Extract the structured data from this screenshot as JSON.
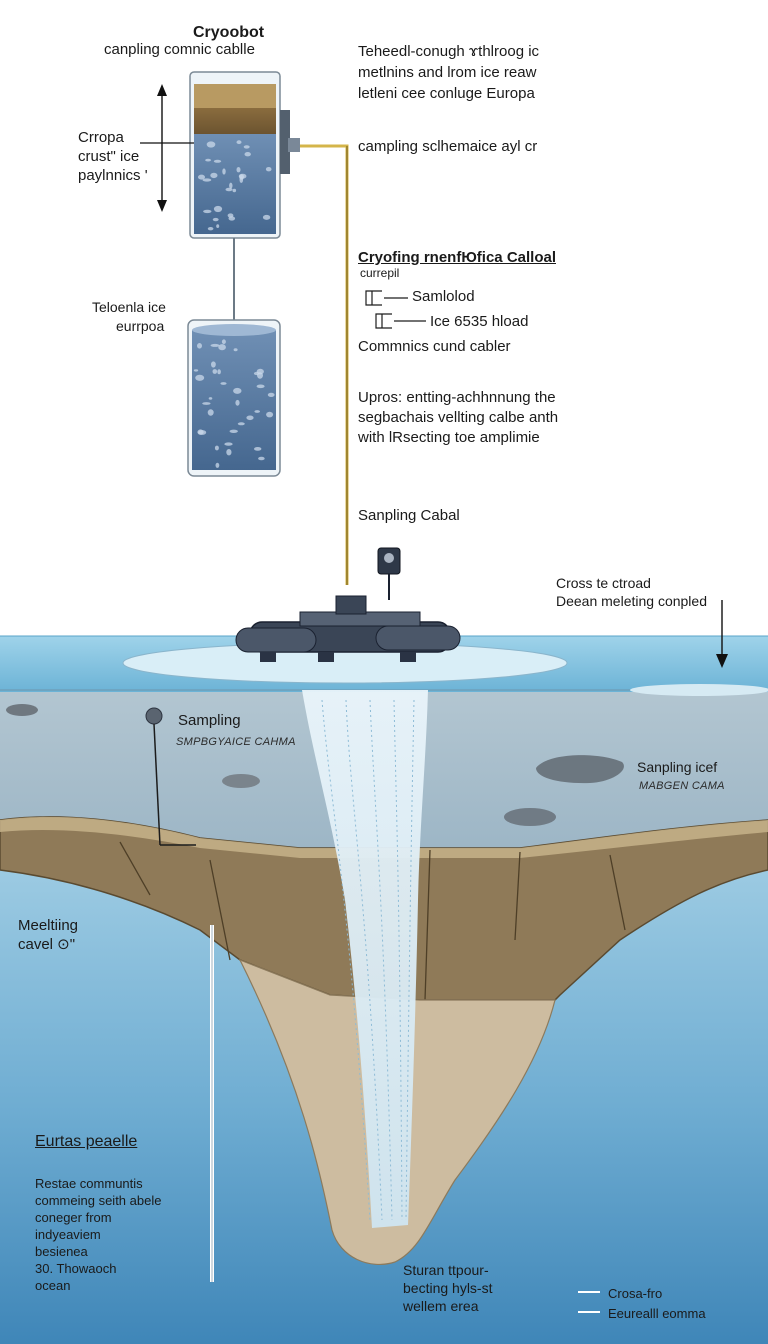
{
  "title": {
    "line1": "Cryoobot",
    "line2": "canpling comnic cablle"
  },
  "top_right_text": [
    "Teheedl-conugh ɤthlroog ic",
    "metlnins  and  lrom ice reaw",
    "letleni cee conluge Europa"
  ],
  "left_callout": [
    "Crropa",
    "crust\" ice",
    "paylnnics '"
  ],
  "left_mid_label": [
    "Teloenla ice",
    "eurrpoa"
  ],
  "sampling_schematic_label": "campling sclhemaice ayl cr",
  "legend_box": {
    "heading": "Cryofing rnenfЮfica Calloal",
    "sub": "currepil",
    "items": [
      "Samlolod",
      "Ice 6535 hload"
    ],
    "footer": "Commnics cund cabler"
  },
  "description": [
    "Upros: entting-achhnnung the",
    "segbachais  vellting calbe anth",
    "with lRsecting toe amplimie"
  ],
  "cable_label": "Sanpling Cabal",
  "surface_label": [
    "Cross te ctroad",
    "Deean meleting conpled"
  ],
  "sampling_label_left": "Sampling",
  "sampling_sub_left": "SMPBGYAICE CAHMA",
  "sampling_label_right": "Sanpling icef",
  "sampling_sub_right": "MABGEN CAMA",
  "melting_label": [
    "Meeltiing",
    "cavel ⊙\""
  ],
  "ocean_heading": "Eurtas peaelle",
  "ocean_text": [
    "Restae communtis",
    "commeing seith abele",
    "coneger from",
    "indyeaviem",
    "besienea",
    "30. Thowaoch",
    "ocean"
  ],
  "bottom_center_text": [
    "Sturan ttpour-",
    "becting hyls-st",
    "wellem erea"
  ],
  "bottom_legend": [
    "Crosa-fro",
    "Eeurealll eomma"
  ],
  "colors": {
    "sky": "#ffffff",
    "ice_top": "#7fc0dc",
    "ice_body": "#a9c2cf",
    "rock": "#8f7a58",
    "rock_dark": "#6f5b3d",
    "ocean": "#7fb7d6",
    "ocean_deep": "#4f93bf",
    "cable": "#d4b54a",
    "probe": "#3a4556"
  }
}
